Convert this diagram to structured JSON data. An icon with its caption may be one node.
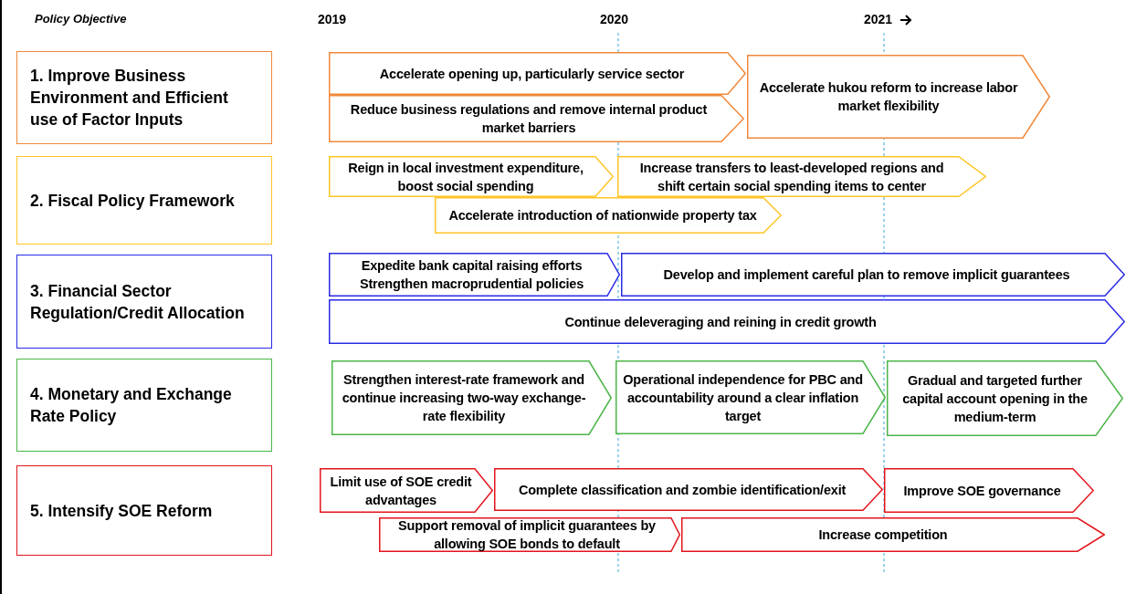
{
  "diagram": {
    "nodes": [
      {
        "text": [
          "1. Improve Business Environment and Efficient use of Factor Inputs"
        ]
      },
      {
        "text": [
          "Accelerate opening up, particularly service sector"
        ]
      },
      {
        "text": [
          "Reduce business regulations and remove internal product market barriers"
        ]
      },
      {
        "text": [
          "Accelerate hukou reform to increase labor market flexibility"
        ]
      },
      {
        "text": [
          "2. Fiscal Policy Framework"
        ]
      },
      {
        "text": [
          "Reign in local investment expenditure, boost social spending"
        ]
      },
      {
        "text": [
          "Increase transfers to least-developed regions and shift certain social spending items to center"
        ]
      },
      {
        "text": [
          "Accelerate introduction of nationwide property tax"
        ]
      },
      {
        "text": [
          "3. Financial Sector Regulation/Credit Allocation"
        ]
      },
      {
        "text": [
          "Expedite bank capital raising efforts",
          "Strengthen macroprudential policies"
        ]
      },
      {
        "text": [
          "Develop and implement careful plan to remove implicit guarantees"
        ]
      },
      {
        "text": [
          "Continue deleveraging and reining in credit growth"
        ]
      },
      {
        "text": [
          "4. Monetary and Exchange Rate Policy"
        ]
      },
      {
        "text": [
          "Strengthen interest-rate framework and continue increasing two-way exchange-rate flexibility"
        ]
      },
      {
        "text": [
          "Operational independence for PBC and accountability around a clear inflation target"
        ]
      },
      {
        "text": [
          "Gradual and targeted further capital account opening in the medium-term"
        ]
      },
      {
        "text": [
          "5. Intensify SOE Reform"
        ]
      },
      {
        "text": [
          "Limit use of SOE credit advantages"
        ]
      },
      {
        "text": [
          "Complete classification and zombie identification/exit"
        ]
      },
      {
        "text": [
          "Improve SOE governance"
        ]
      },
      {
        "text": [
          "Support removal of implicit guarantees by allowing SOE bonds to default"
        ]
      },
      {
        "text": [
          "Increase competition"
        ]
      }
    ],
    "labels": [
      "Policy Objective",
      "2019",
      "2020",
      "2021"
    ]
  }
}
